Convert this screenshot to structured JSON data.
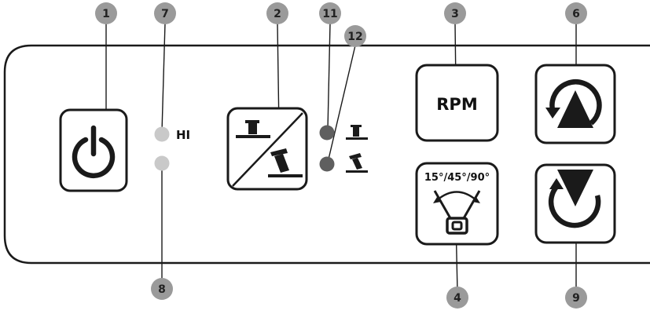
{
  "colors": {
    "outline": "#1a1a1a",
    "callout_bubble": "#9a9a9a",
    "callout_text": "#222222",
    "led_off_light": "#c9c9c9",
    "led_off_dark": "#5f5f5f",
    "panel_fill": "#ffffff"
  },
  "panel": {
    "buttons": [
      {
        "id": "power",
        "icon": "power-icon"
      },
      {
        "id": "foot-toggle",
        "icon": "upright-and-tilted-foot-icon"
      },
      {
        "id": "rpm",
        "label": "RPM"
      },
      {
        "id": "angle",
        "label": "15°/45°/90°",
        "icon": "angle-arc-icon"
      },
      {
        "id": "rotate-up",
        "icon": "rotate-up-arrow-icon"
      },
      {
        "id": "rotate-down",
        "icon": "rotate-down-arrow-icon"
      }
    ],
    "indicators": {
      "hi_label": "HI",
      "hi_led": "off",
      "lo_led": "off",
      "upright_led": "off",
      "tilted_led": "off"
    }
  },
  "callouts": [
    "1",
    "2",
    "3",
    "4",
    "6",
    "7",
    "8",
    "9",
    "11",
    "12"
  ]
}
